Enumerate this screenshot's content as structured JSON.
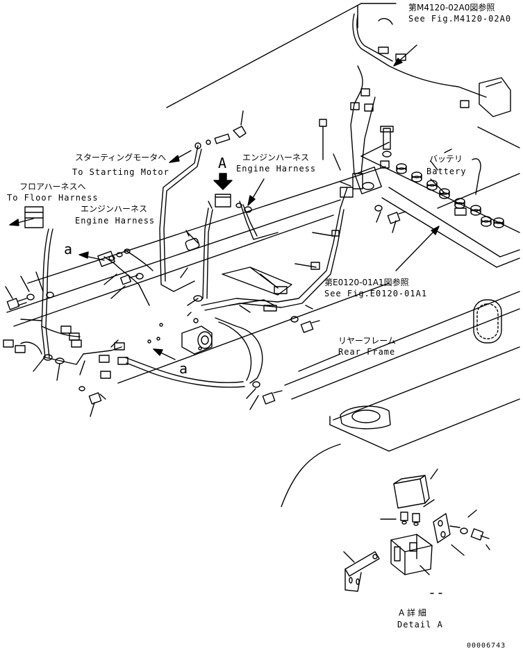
{
  "labels": {
    "fig_m4120_ja": "第M4120-02A0図参照",
    "fig_m4120_en": "See Fig.M4120-02A0",
    "battery_ja": "バッテリ",
    "battery_en": "Battery",
    "starting_motor_ja": "スターティングモータへ",
    "starting_motor_en": "To Starting Motor",
    "engine_harness_top_ja": "エンジンハーネス",
    "engine_harness_top_en": "Engine Harness",
    "floor_harness_ja": "フロアハーネスへ",
    "floor_harness_en": "To Floor Harness",
    "engine_harness_left_ja": "エンジンハーネス",
    "engine_harness_left_en": "Engine Harness",
    "fig_e0120_ja": "第E0120-01A1図参照",
    "fig_e0120_en": "See Fig.E0120-01A1",
    "rear_frame_ja": "リヤーフレーム",
    "rear_frame_en": "Rear Frame",
    "arrow_a": "A",
    "marker_a_upper": "a",
    "marker_a_lower": "a",
    "detail_a_ja": "A 詳 細",
    "detail_a_en": "Detail A",
    "drawing_number": "00006743"
  }
}
